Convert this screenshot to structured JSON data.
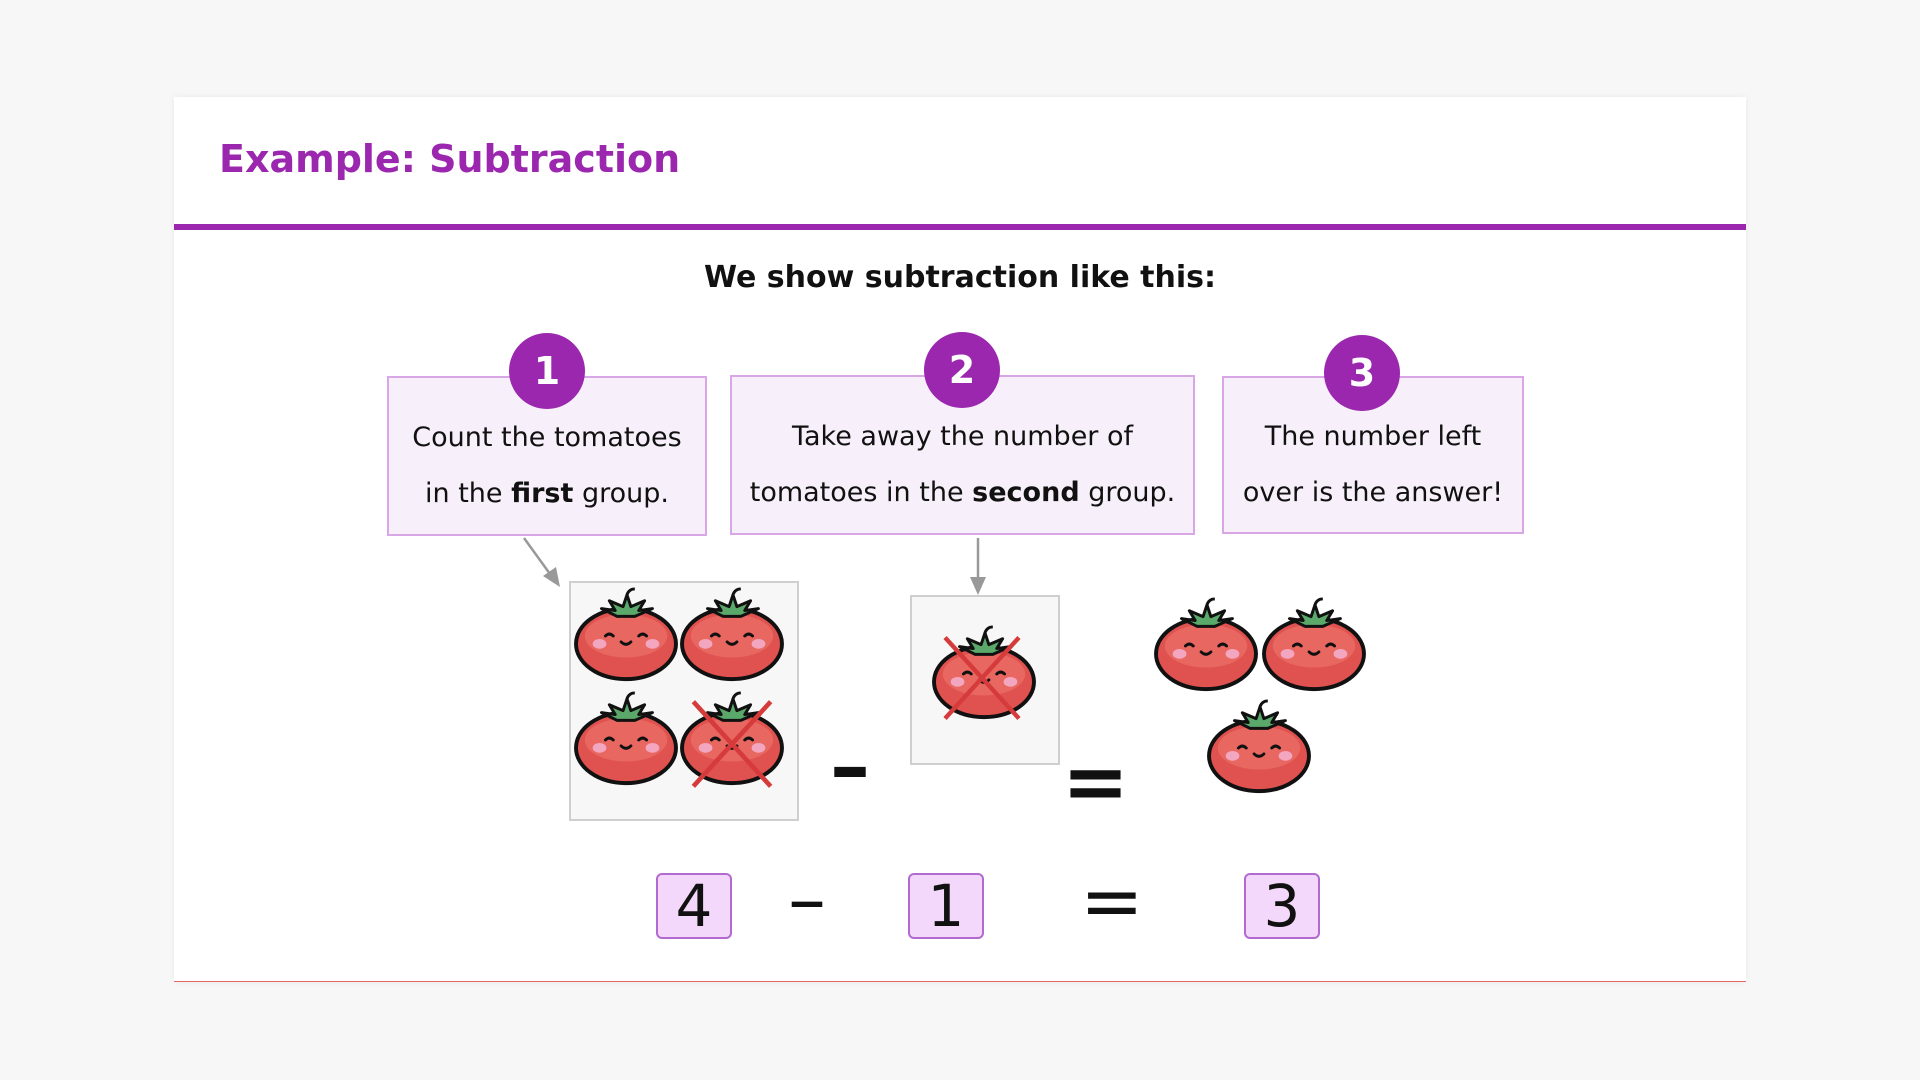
{
  "title": "Example: Subtraction",
  "subtitle": "We show subtraction like this:",
  "steps": [
    {
      "number": "1",
      "line1": "Count the tomatoes",
      "pre": "in the ",
      "bold": "first",
      "post": " group."
    },
    {
      "number": "2",
      "line1": "Take away the number of",
      "pre": "tomatoes in the ",
      "bold": "second",
      "post": " group."
    },
    {
      "number": "3",
      "line1": "The number left",
      "pre": "over is the answer!",
      "bold": "",
      "post": ""
    }
  ],
  "picture_equation": {
    "minus": "–",
    "equals": "="
  },
  "groups": {
    "first_count": 4,
    "first_crossed": 1,
    "second_count": 1,
    "second_crossed": 1,
    "result_count": 3
  },
  "equation": {
    "a": "4",
    "op": "–",
    "b": "1",
    "eq": "=",
    "result": "3"
  },
  "colors": {
    "accent": "#9b27af",
    "tomato": "#e0524f",
    "cross": "#d63b3b",
    "leaf": "#5aa86a"
  }
}
